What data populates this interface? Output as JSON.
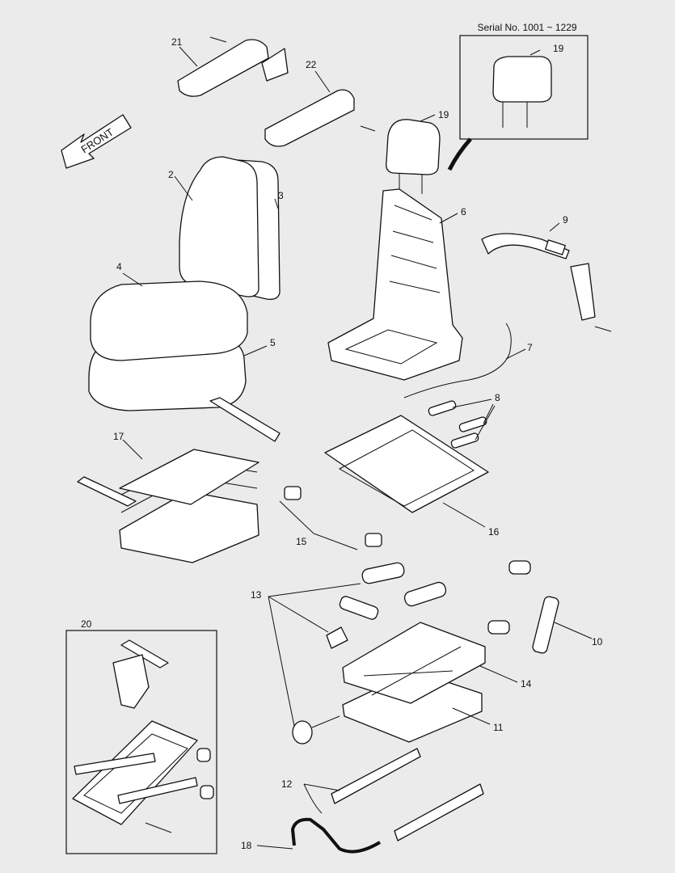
{
  "serial_box": {
    "label": "Serial No. 1001 ~ 1229"
  },
  "front_arrow": {
    "label": "FRONT"
  },
  "callouts": {
    "n2": "2",
    "n3": "3",
    "n4": "4",
    "n5": "5",
    "n6": "6",
    "n7": "7",
    "n8": "8",
    "n9": "9",
    "n10": "10",
    "n11": "11",
    "n12": "12",
    "n13": "13",
    "n14": "14",
    "n15": "15",
    "n16": "16",
    "n17": "17",
    "n18": "18",
    "n19a": "19",
    "n19b": "19",
    "n20": "20",
    "n21": "21",
    "n22": "22"
  }
}
